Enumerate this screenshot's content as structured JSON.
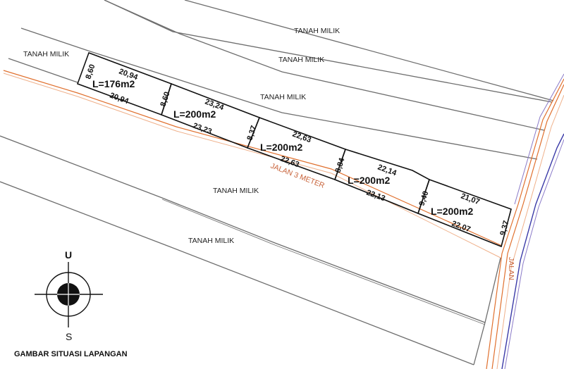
{
  "title": "GAMBAR SITUASI LAPANGAN",
  "compass": {
    "north": "U",
    "south": "S"
  },
  "roads": {
    "small_road_label": "JALAN 3 METER",
    "main_road_label": "JALAN"
  },
  "neighbor_labels": [
    "TANAH MILIK",
    "TANAH MILIK",
    "TANAH MILIK",
    "TANAH MILIK",
    "TANAH MILIK",
    "TANAH MILIK"
  ],
  "plots": [
    {
      "area": "L=176m2",
      "top": "20,94",
      "bottom": "20,94",
      "left": "8,60",
      "right": "8,60"
    },
    {
      "area": "L=200m2",
      "top": "23,24",
      "bottom": "23,23",
      "left": "8,60",
      "right": "8,37"
    },
    {
      "area": "L=200m2",
      "top": "22,63",
      "bottom": "22,63",
      "left": "8,37",
      "right": "8,84"
    },
    {
      "area": "L=200m2",
      "top": "22,14",
      "bottom": "22,13",
      "left": "8,84",
      "right": "9,40"
    },
    {
      "area": "L=200m2",
      "top": "21,07",
      "bottom": "22,07",
      "left": "9,40",
      "right": "9,37"
    }
  ],
  "colors": {
    "plot_boundary": "#111111",
    "neighbor_boundary": "#6e6e6e",
    "road_orange": "#e0702e",
    "road_blue": "#3a3aa8",
    "road_text": "#c8633a"
  }
}
